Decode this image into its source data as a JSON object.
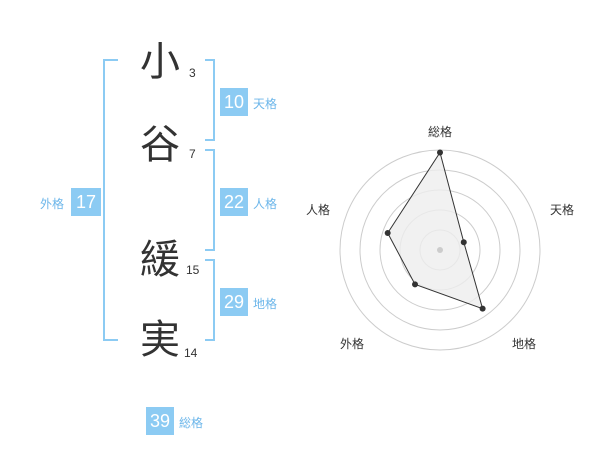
{
  "name_chars": [
    {
      "char": "小",
      "strokes": "3"
    },
    {
      "char": "谷",
      "strokes": "7"
    },
    {
      "char": "緩",
      "strokes": "15"
    },
    {
      "char": "実",
      "strokes": "14"
    }
  ],
  "fortunes": {
    "tenkaku": {
      "value": "10",
      "label": "天格"
    },
    "jinkaku": {
      "value": "22",
      "label": "人格"
    },
    "chikaku": {
      "value": "29",
      "label": "地格"
    },
    "gaikaku": {
      "value": "17",
      "label": "外格"
    },
    "soukaku": {
      "value": "39",
      "label": "総格"
    }
  },
  "colors": {
    "accent": "#8ccbf3",
    "label": "#6cb6ea",
    "bracket": "#8ccbf3",
    "text": "#333333",
    "radar_fill": "#eeeeee",
    "radar_grid": "#cccccc"
  },
  "chart_data": {
    "type": "radar",
    "axes": [
      "総格",
      "天格",
      "地格",
      "外格",
      "人格"
    ],
    "values": [
      39,
      10,
      29,
      17,
      22
    ]
  }
}
